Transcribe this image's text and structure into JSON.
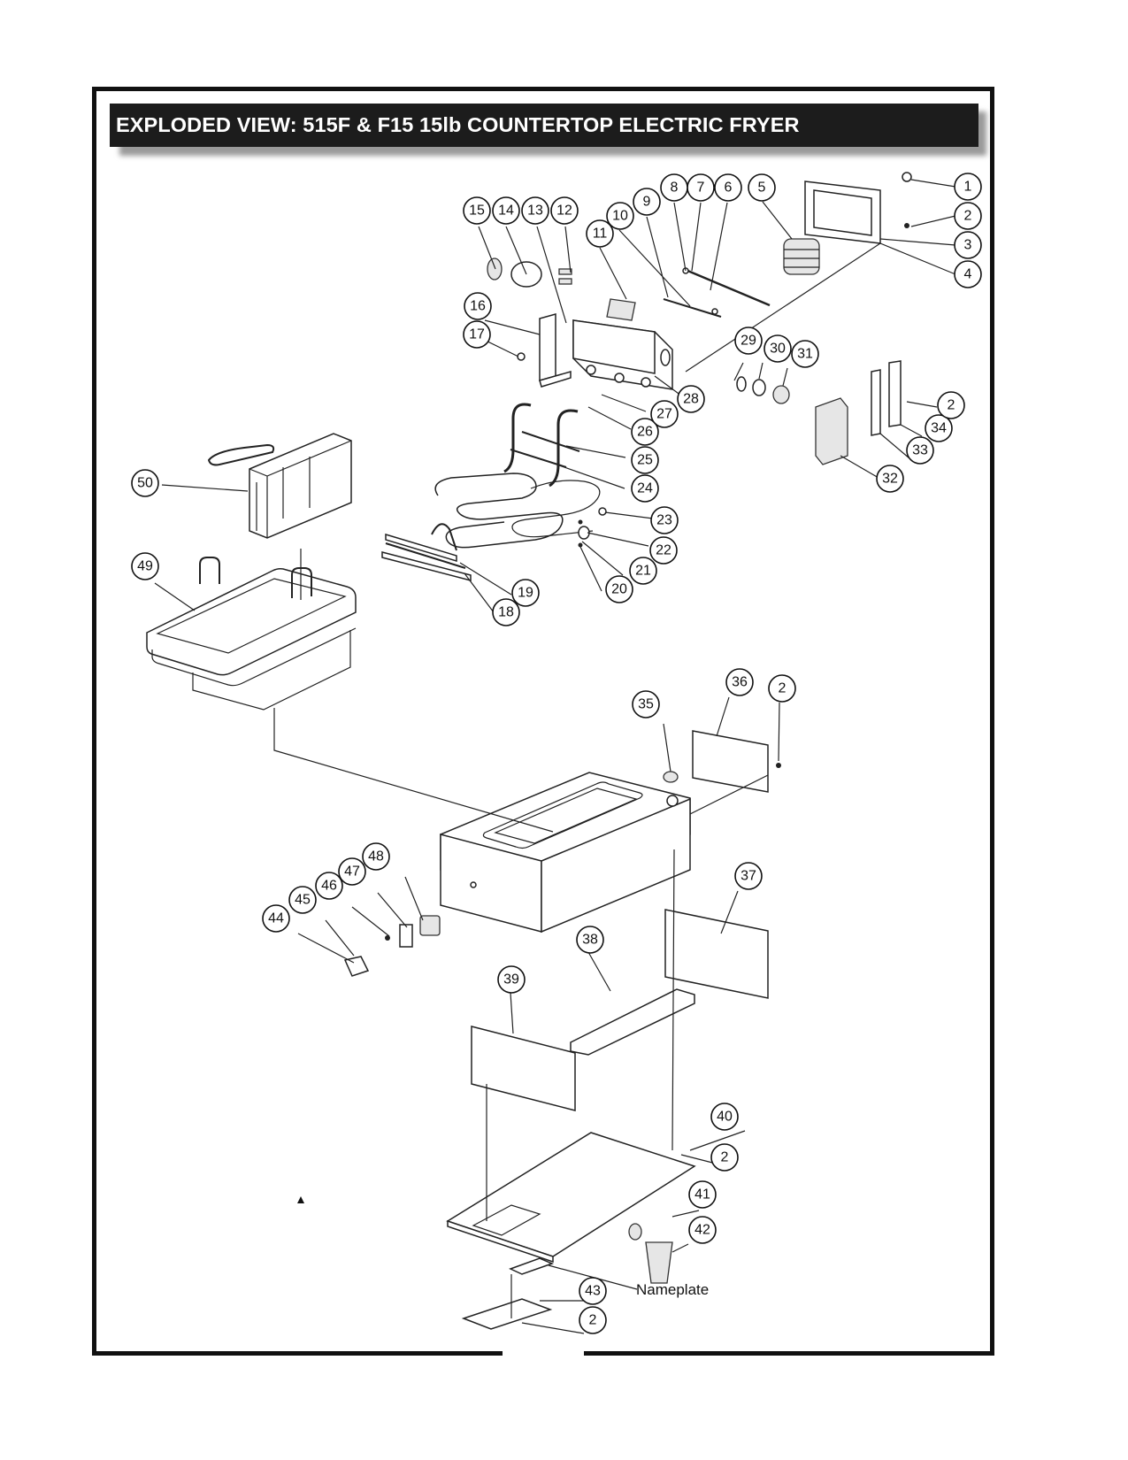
{
  "title": "EXPLODED VIEW: 515F & F15 15lb COUNTERTOP ELECTRIC FRYER",
  "nameplate_label": "Nameplate",
  "callouts": [
    "1",
    "2",
    "3",
    "4",
    "5",
    "6",
    "7",
    "8",
    "9",
    "10",
    "11",
    "12",
    "13",
    "14",
    "15",
    "16",
    "17",
    "18",
    "19",
    "20",
    "21",
    "22",
    "23",
    "24",
    "25",
    "26",
    "27",
    "28",
    "29",
    "30",
    "31",
    "32",
    "33",
    "34",
    "35",
    "36",
    "2",
    "37",
    "38",
    "39",
    "40",
    "2",
    "41",
    "42",
    "43",
    "2",
    "44",
    "45",
    "46",
    "47",
    "48",
    "49",
    "50",
    "2"
  ],
  "icons": {
    "symbol": "triangle-marker"
  }
}
